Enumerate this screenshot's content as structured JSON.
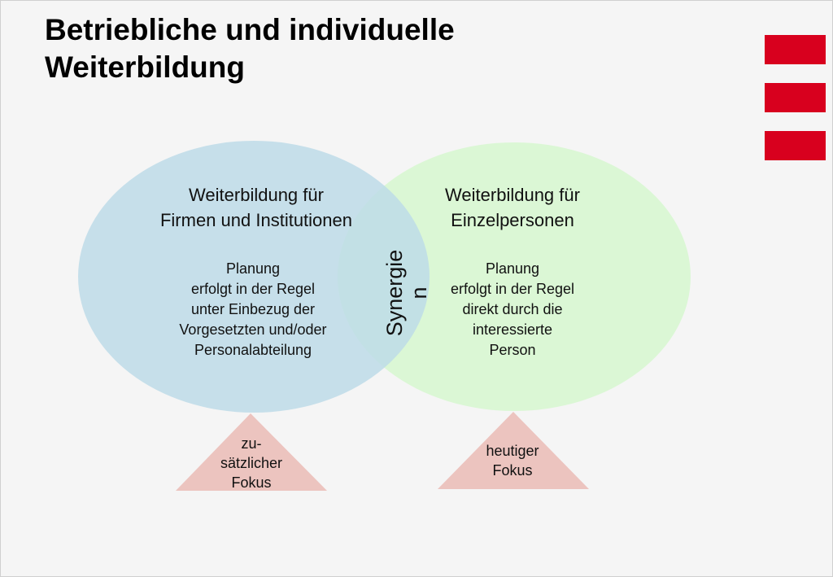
{
  "title": {
    "line1": "Betriebliche und individuelle",
    "line2": "Weiterbildung"
  },
  "colors": {
    "accent_red": "#d8001e",
    "circle_left": "#bcdbe8",
    "circle_right": "#d8f7d2",
    "triangle": "#ecc4bf"
  },
  "left_circle": {
    "heading_line1": "Weiterbildung für",
    "heading_line2": "Firmen und Institutionen",
    "body_line1": "Planung",
    "body_line2": "erfolgt in der Regel",
    "body_line3": "unter Einbezug der",
    "body_line4": "Vorgesetzten und/oder",
    "body_line5": "Personalabteilung"
  },
  "right_circle": {
    "heading_line1": "Weiterbildung für",
    "heading_line2": "Einzelpersonen",
    "body_line1": "Planung",
    "body_line2": "erfolgt in der Regel",
    "body_line3": "direkt durch die",
    "body_line4": "interessierte",
    "body_line5": "Person"
  },
  "overlap": {
    "line1": "Synergie",
    "line2": "n"
  },
  "triangle_left": {
    "line1": "zu-",
    "line2": "sätzlicher",
    "line3": "Fokus"
  },
  "triangle_right": {
    "line1": "heutiger",
    "line2": "Fokus"
  }
}
